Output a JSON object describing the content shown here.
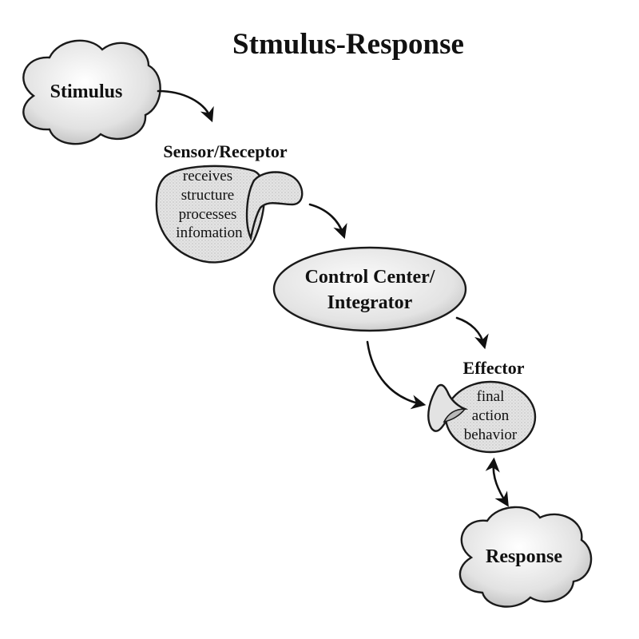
{
  "title": "Stmulus-Response",
  "nodes": {
    "stimulus": {
      "label": "Stimulus"
    },
    "sensor": {
      "label": "Sensor/Receptor",
      "lines": [
        "receives",
        "structure",
        "processes",
        "infomation"
      ]
    },
    "control": {
      "lines": [
        "Control Center/",
        "Integrator"
      ]
    },
    "effector": {
      "label": "Effector",
      "lines": [
        "final",
        "action",
        "behavior"
      ]
    },
    "response": {
      "label": "Response"
    }
  },
  "colors": {
    "fill": "#e6e6e6",
    "fill_dark": "#cfcfcf",
    "stroke": "#1a1a1a",
    "text": "#111111"
  }
}
